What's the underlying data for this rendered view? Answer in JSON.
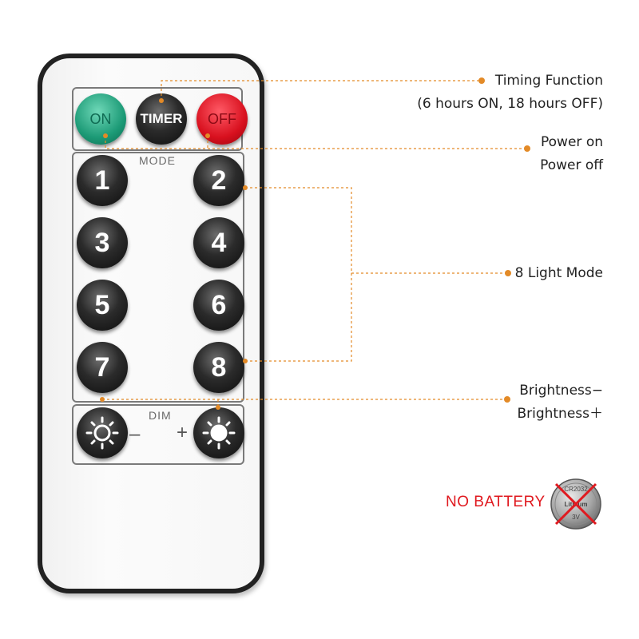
{
  "remote": {
    "top_buttons": [
      {
        "label": "ON",
        "color": "#1c9a76"
      },
      {
        "label": "TIMER",
        "color": "#1a1a1a"
      },
      {
        "label": "OFF",
        "color": "#d8101e"
      }
    ],
    "mode_label": "MODE",
    "mode_buttons": [
      "1",
      "2",
      "3",
      "4",
      "5",
      "6",
      "7",
      "8"
    ],
    "dim_label": "DIM",
    "minus_sign": "–",
    "plus_sign": "+"
  },
  "callouts": {
    "timing_line1": "Timing Function",
    "timing_line2": "(6 hours ON, 18 hours OFF)",
    "power_line1": "Power on",
    "power_line2": "Power off",
    "light_mode": "8 Light Mode",
    "brightness_line1": "Brightness−",
    "brightness_line2": "Brightness＋"
  },
  "battery": {
    "notice": "NO BATTERY",
    "coin_text_top": "CR2032",
    "coin_brand": "Lithium",
    "coin_voltage": "3V"
  },
  "colors": {
    "leader_line": "#e38a27",
    "warning_red": "#e0191f"
  }
}
